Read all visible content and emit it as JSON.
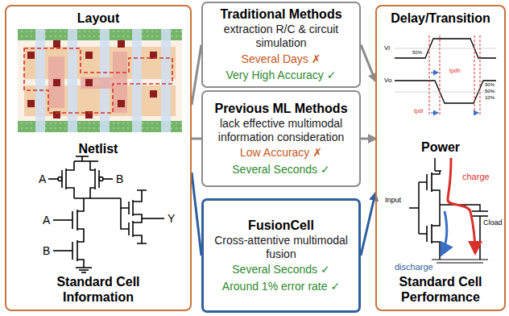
{
  "diagram": {
    "nodes": [
      {
        "text": [
          "Layout",
          "Netlist",
          "Standard Cell Information"
        ]
      },
      {
        "text": [
          "Traditional Methods",
          "extraction R/C & circuit simulation",
          "Several Days ✗",
          "Very High Accuracy ✓"
        ]
      },
      {
        "text": [
          "Previous ML Methods",
          "lack effective multimodal information consideration",
          "Low Accuracy ✗",
          "Several Seconds ✓"
        ]
      },
      {
        "text": [
          "FusionCell",
          "Cross-attentive multimodal fusion",
          "Several Seconds ✓",
          "Around 1% error rate ✓"
        ]
      },
      {
        "text": [
          "Delay/Transition",
          "Power",
          "Standard Cell Performance"
        ]
      }
    ],
    "edges": [
      {
        "from": 0,
        "to": 1,
        "arrow": "none"
      },
      {
        "from": 0,
        "to": 2,
        "arrow": "none"
      },
      {
        "from": 0,
        "to": 3,
        "arrow": "none"
      },
      {
        "from": 1,
        "to": 4,
        "arrow": "to"
      },
      {
        "from": 2,
        "to": 4,
        "arrow": "to"
      },
      {
        "from": 3,
        "to": 4,
        "arrow": "to"
      }
    ],
    "labels": [
      "A",
      "B",
      "A",
      "B",
      "Y",
      "Vi",
      "Vo",
      "50%",
      "90%",
      "50%",
      "10%",
      "tpdh",
      "tpdl",
      "charge",
      "discharge",
      "Input",
      "Cload"
    ]
  }
}
